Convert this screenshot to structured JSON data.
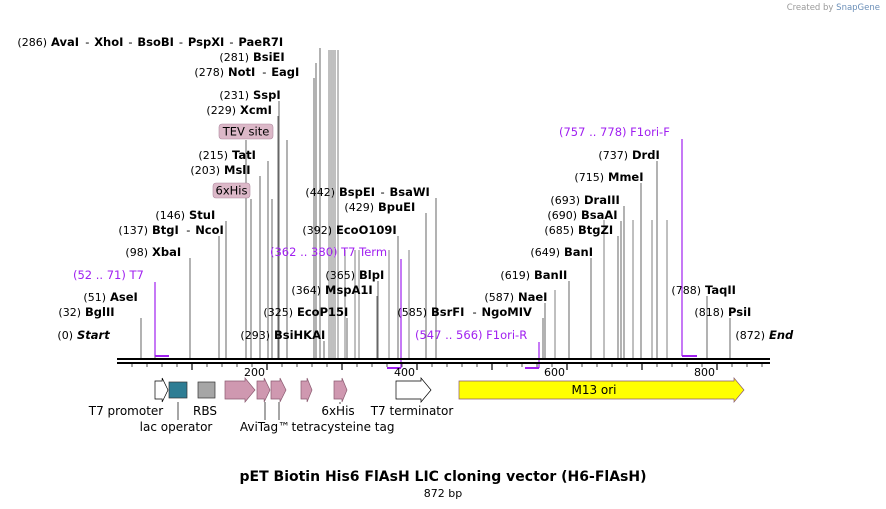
{
  "credit": {
    "prefix": "Created by",
    "brand": "SnapGene"
  },
  "title": "pET Biotin His6 FlAsH LIC cloning vector (H6-FlAsH)",
  "length_label": "872 bp",
  "sequence_length": 872,
  "ruler_ticks": [
    "200",
    "400",
    "600",
    "800"
  ],
  "colors": {
    "primer": "#a020f0",
    "tag_box": "#dcb8c8",
    "feature_pink": "#cf98b0",
    "lac_operator": "#2e7d94",
    "rbs": "#a6a6a6",
    "m13_ori": "#ffff00"
  },
  "sites": [
    {
      "pos": "(0)",
      "name": "Start",
      "kind": "end"
    },
    {
      "pos": "(32)",
      "name": "BglII"
    },
    {
      "pos": "(51)",
      "name": "AseI"
    },
    {
      "pos": "(98)",
      "name": "XbaI"
    },
    {
      "pos": "(137)",
      "name": "BtgI",
      "name2": "NcoI"
    },
    {
      "pos": "(146)",
      "name": "StuI"
    },
    {
      "pos": "(203)",
      "name": "MslI"
    },
    {
      "pos": "(215)",
      "name": "TatI"
    },
    {
      "pos": "(229)",
      "name": "XcmI"
    },
    {
      "pos": "(231)",
      "name": "SspI"
    },
    {
      "pos": "(278)",
      "name": "NotI",
      "name2": "EagI"
    },
    {
      "pos": "(281)",
      "name": "BsiEI"
    },
    {
      "pos": "(286)",
      "name": "AvaI",
      "name2": "XhoI",
      "name3": "BsoBI",
      "name4": "PspXI",
      "name5": "PaeR7I"
    },
    {
      "pos": "(293)",
      "name": "BsiHKAI"
    },
    {
      "pos": "(325)",
      "name": "EcoP15I"
    },
    {
      "pos": "(364)",
      "name": "MspA1I"
    },
    {
      "pos": "(365)",
      "name": "BlpI"
    },
    {
      "pos": "(392)",
      "name": "EcoO109I"
    },
    {
      "pos": "(429)",
      "name": "BpuEI"
    },
    {
      "pos": "(442)",
      "name": "BspEI",
      "name2": "BsaWI"
    },
    {
      "pos": "(585)",
      "name": "BsrFI",
      "name2": "NgoMIV"
    },
    {
      "pos": "(587)",
      "name": "NaeI"
    },
    {
      "pos": "(619)",
      "name": "BanII"
    },
    {
      "pos": "(649)",
      "name": "BanI"
    },
    {
      "pos": "(685)",
      "name": "BtgZI"
    },
    {
      "pos": "(690)",
      "name": "BsaAI"
    },
    {
      "pos": "(693)",
      "name": "DraIII"
    },
    {
      "pos": "(715)",
      "name": "MmeI"
    },
    {
      "pos": "(737)",
      "name": "DrdI"
    },
    {
      "pos": "(788)",
      "name": "TaqII"
    },
    {
      "pos": "(818)",
      "name": "PsiI"
    },
    {
      "pos": "(872)",
      "name": "End",
      "kind": "end"
    }
  ],
  "primers": [
    {
      "range": "(52 .. 71)",
      "name": "T7"
    },
    {
      "range": "(362 .. 380)",
      "name": "T7 Term"
    },
    {
      "range": "(547 .. 566)",
      "name": "F1ori-R"
    },
    {
      "range": "(757 .. 778)",
      "name": "F1ori-F"
    }
  ],
  "boxed_labels": [
    "TEV site",
    "6xHis"
  ],
  "features": [
    {
      "name": "T7 promoter",
      "shape": "arrow",
      "color": "#ffffff"
    },
    {
      "name": "lac operator",
      "shape": "box",
      "color": "#2e7d94"
    },
    {
      "name": "RBS",
      "shape": "box",
      "color": "#a6a6a6"
    },
    {
      "name": "AviTag™",
      "shape": "arrow",
      "color": "#cf98b0"
    },
    {
      "name": "6xHis",
      "shape": "arrow",
      "color": "#cf98b0"
    },
    {
      "name": "tetracysteine tag",
      "shape": "arrow",
      "color": "#cf98b0"
    },
    {
      "name": "T7 terminator",
      "shape": "arrow",
      "color": "#ffffff"
    },
    {
      "name": "M13 ori",
      "shape": "arrow",
      "color": "#ffff00"
    }
  ]
}
